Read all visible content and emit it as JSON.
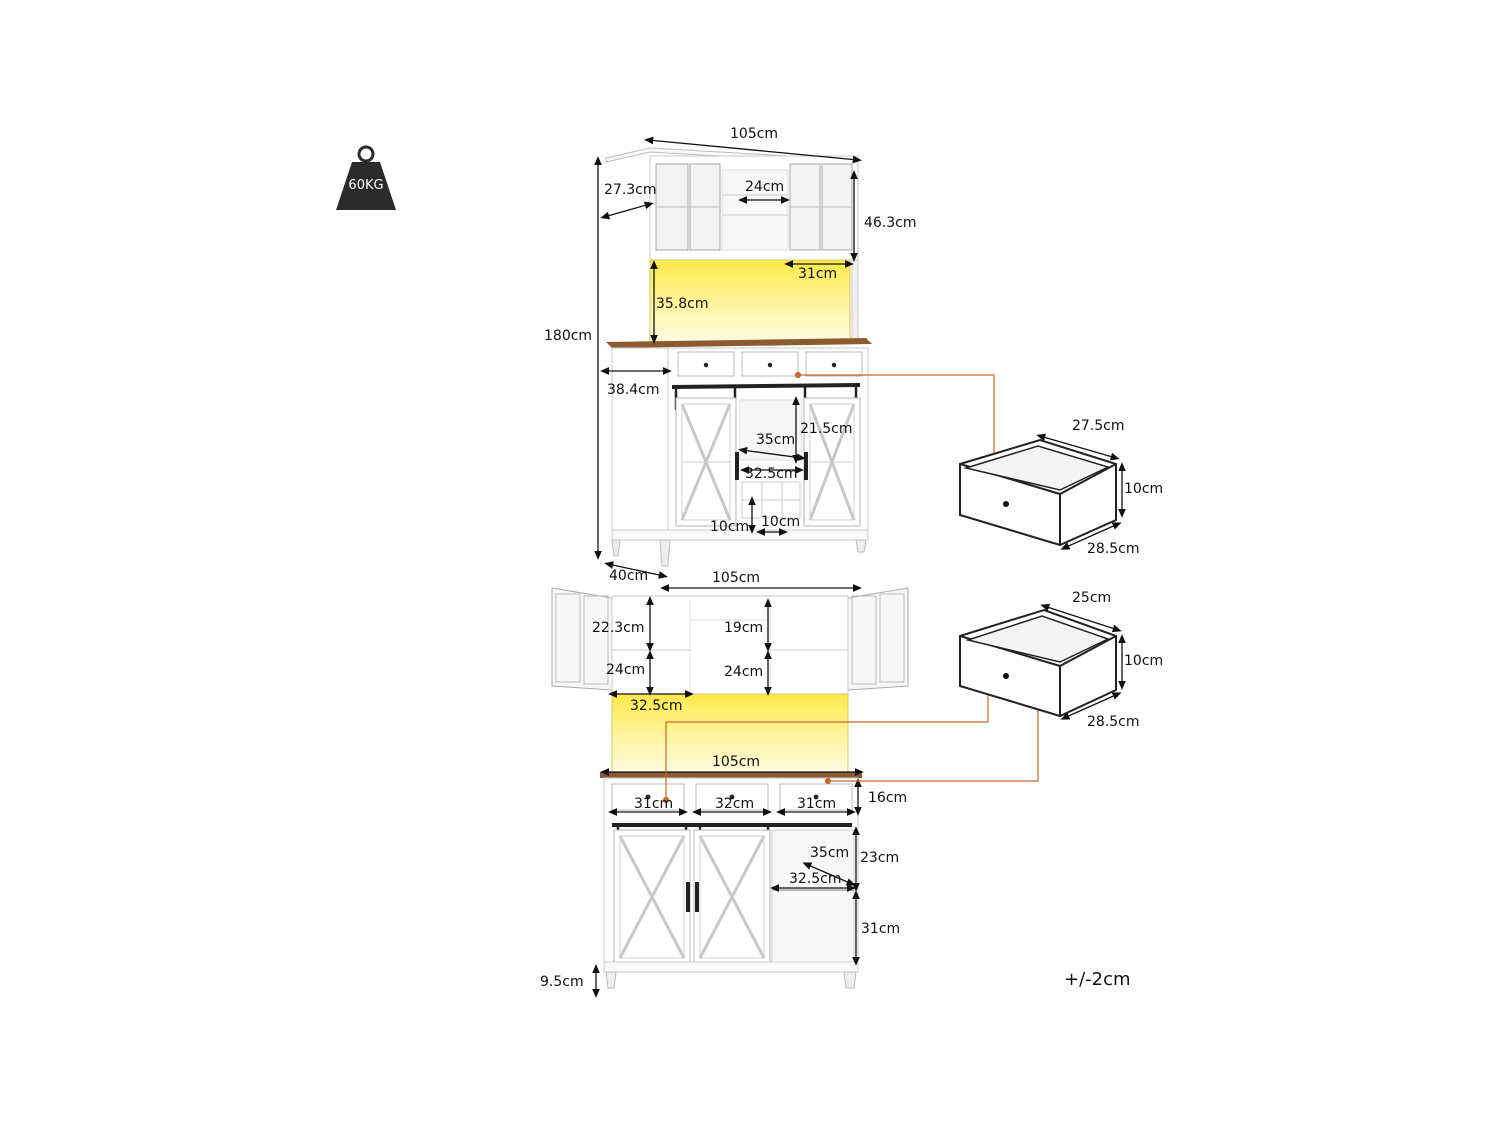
{
  "weight_badge": {
    "text": "60KG"
  },
  "tolerance": "+/-2cm",
  "top_view": {
    "width_top": "105cm",
    "hutch_depth": "27.3cm",
    "center_opening": "24cm",
    "hutch_height": "46.3cm",
    "side_cabinet_width": "31cm",
    "lit_height": "35.8cm",
    "total_height": "180cm",
    "base_depth": "38.4cm",
    "wine_opening_width": "35cm",
    "wine_opening_height": "21.5cm",
    "wine_inner_width": "32.5cm",
    "cubby_left": "10cm",
    "cubby_right": "10cm",
    "bottom_depth": "40cm",
    "bottom_width": "105cm"
  },
  "open_view": {
    "shelf_left_upper": "22.3cm",
    "shelf_center_upper": "19cm",
    "shelf_left_lower": "24cm",
    "shelf_center_lower": "24cm",
    "inner_width": "32.5cm",
    "countertop_width": "105cm",
    "drawer_left": "31cm",
    "drawer_center": "32cm",
    "drawer_right": "31cm",
    "drawer_height": "16cm",
    "right_opening_width": "35cm",
    "right_opening_height": "23cm",
    "right_inner_width": "32.5cm",
    "right_lower_height": "31cm",
    "leg_height": "9.5cm"
  },
  "drawer_1": {
    "width": "27.5cm",
    "height": "10cm",
    "depth": "28.5cm"
  },
  "drawer_2": {
    "width": "25cm",
    "height": "10cm",
    "depth": "28.5cm"
  },
  "colors": {
    "cabinet": "#ffffff",
    "outline": "#c9c9c9",
    "led": "#fff36b",
    "wood": "#8a5a30",
    "accent_line": "#c96a2a",
    "hardware": "#222222"
  }
}
